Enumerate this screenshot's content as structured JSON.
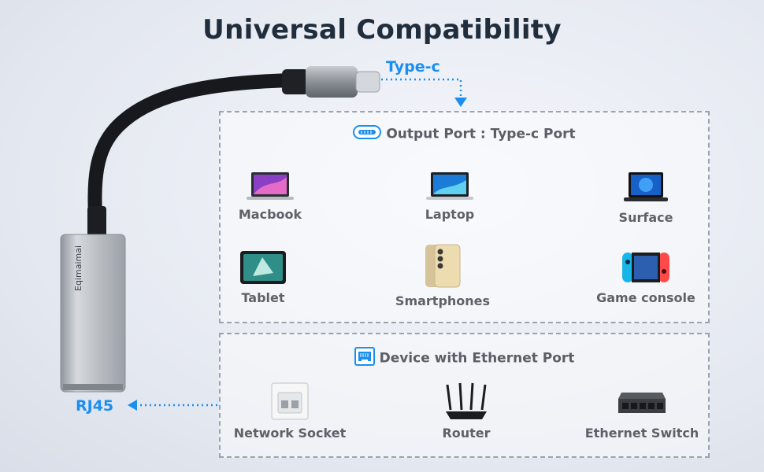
{
  "title": "Universal Compatibility",
  "callouts": {
    "type_c": "Type-c",
    "rj45": "RJ45"
  },
  "adapter": {
    "brand": "Eqimaimai"
  },
  "output_panel": {
    "heading": "Output Port :  Type-c Port",
    "devices": [
      {
        "label": "Macbook",
        "icon": "macbook-icon"
      },
      {
        "label": "Laptop",
        "icon": "laptop-icon"
      },
      {
        "label": "Surface",
        "icon": "surface-icon"
      },
      {
        "label": "Tablet",
        "icon": "tablet-icon"
      },
      {
        "label": "Smartphones",
        "icon": "smartphones-icon"
      },
      {
        "label": "Game console",
        "icon": "game-console-icon"
      }
    ]
  },
  "ethernet_panel": {
    "heading": "Device with  Ethernet Port",
    "devices": [
      {
        "label": "Network Socket",
        "icon": "network-socket-icon"
      },
      {
        "label": "Router",
        "icon": "router-icon"
      },
      {
        "label": "Ethernet Switch",
        "icon": "ethernet-switch-icon"
      }
    ]
  },
  "colors": {
    "accent": "#1a8ff0",
    "title": "#1f2d3d",
    "label": "#5e6268"
  }
}
